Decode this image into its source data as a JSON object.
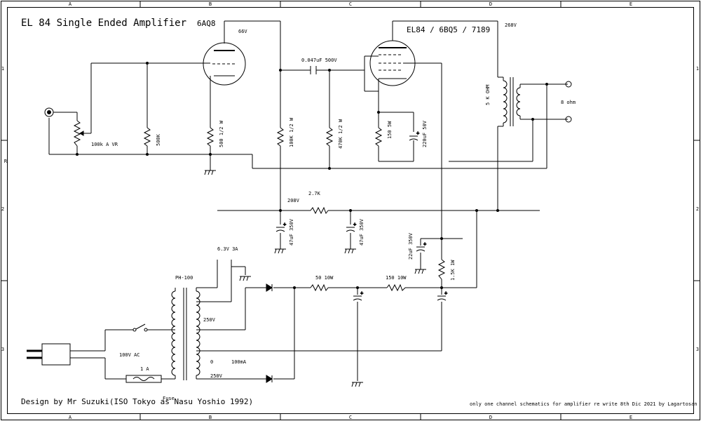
{
  "title": "EL 84 Single Ended Amplifier",
  "driver_tube": "6AQ8",
  "output_tube": "EL84 / 6BQ5 / 7189",
  "grid": {
    "cols": [
      "A",
      "B",
      "C",
      "D",
      "E"
    ],
    "rows": [
      "1",
      "2",
      "3"
    ],
    "left_extra": "R"
  },
  "labels": {
    "v66": "66V",
    "coupling_cap": "0.047uF 500V",
    "v268": "268V",
    "vr": "100k A VR",
    "r500k": "500K",
    "r500": "500 1/2 W",
    "r100k": "100K 1/2 W",
    "r470k": "470K 1/2 W",
    "r150": "150 5W",
    "c220": "220uF 50V",
    "ohm5k": "5 K OHM",
    "ohm8": "8 ohm",
    "r27k": "2.7K",
    "v208": "208V",
    "c47a": "47uF 350V",
    "c47b": "47uF 350V",
    "c22": "22uF 350V",
    "r15k": "1.5K 1W",
    "heater": "6.3V 3A",
    "ph100": "PH-100",
    "v250a": "250V",
    "v250b": "250V",
    "r50": "50 10W",
    "r150w": "150 10W",
    "ac": "100V AC",
    "fuse_rating": "1 A",
    "fuse": "Fuse",
    "zero": "0",
    "ma": "100mA"
  },
  "footer_left": "Design by Mr Suzuki(ISO Tokyo as Nasu Yoshio 1992)",
  "footer_right": "only one channel schematics for amplifier  re write 8th Dic 2021 by Lagartosan"
}
